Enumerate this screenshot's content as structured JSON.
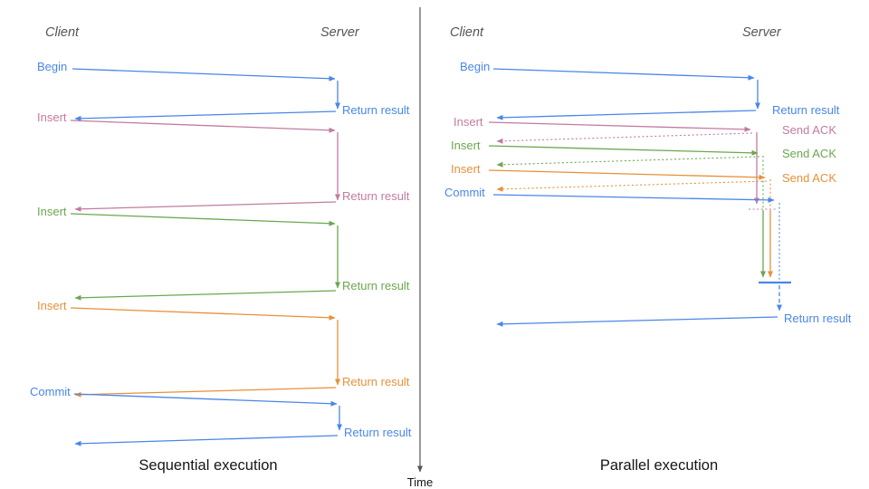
{
  "palette": {
    "blue": "#4a86e8",
    "pink": "#c27ba0",
    "green": "#6aa84f",
    "orange": "#e69138",
    "axis": "#555555",
    "title_text": "#151515"
  },
  "time_axis": {
    "label": "Time"
  },
  "sequential": {
    "title": "Sequential execution",
    "client_header": "Client",
    "server_header": "Server",
    "messages": [
      {
        "label": "Begin",
        "color": "blue",
        "return_label": "Return result"
      },
      {
        "label": "Insert",
        "color": "pink",
        "return_label": "Return result"
      },
      {
        "label": "Insert",
        "color": "green",
        "return_label": "Return result"
      },
      {
        "label": "Insert",
        "color": "orange",
        "return_label": "Return result"
      },
      {
        "label": "Commit",
        "color": "blue",
        "return_label": "Return result"
      }
    ]
  },
  "parallel": {
    "title": "Parallel execution",
    "client_header": "Client",
    "server_header": "Server",
    "messages": [
      {
        "label": "Begin",
        "color": "blue",
        "ack_label": "Return result"
      },
      {
        "label": "Insert",
        "color": "pink",
        "ack_label": "Send ACK"
      },
      {
        "label": "Insert",
        "color": "green",
        "ack_label": "Send ACK"
      },
      {
        "label": "Insert",
        "color": "orange",
        "ack_label": "Send ACK"
      },
      {
        "label": "Commit",
        "color": "blue",
        "ack_label": ""
      }
    ],
    "final_return_label": "Return result"
  }
}
